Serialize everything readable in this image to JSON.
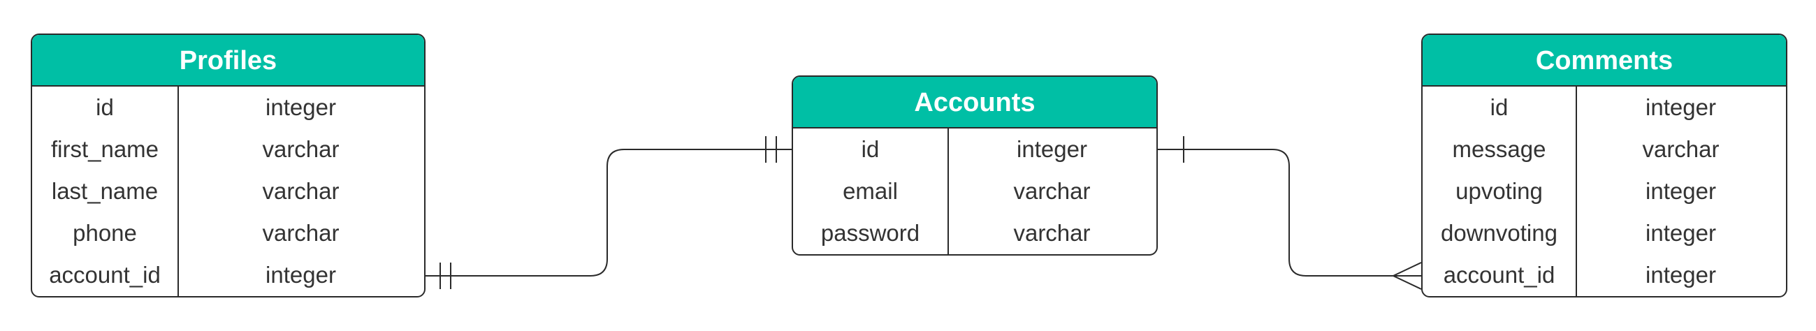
{
  "colors": {
    "header": "#00bfa5",
    "header_text": "#ffffff",
    "border": "#2a2a2a",
    "text": "#333333"
  },
  "entities": {
    "profiles": {
      "title": "Profiles",
      "rows": [
        {
          "name": "id",
          "type": "integer"
        },
        {
          "name": "first_name",
          "type": "varchar"
        },
        {
          "name": "last_name",
          "type": "varchar"
        },
        {
          "name": "phone",
          "type": "varchar"
        },
        {
          "name": "account_id",
          "type": "integer"
        }
      ]
    },
    "accounts": {
      "title": "Accounts",
      "rows": [
        {
          "name": "id",
          "type": "integer"
        },
        {
          "name": "email",
          "type": "varchar"
        },
        {
          "name": "password",
          "type": "varchar"
        }
      ]
    },
    "comments": {
      "title": "Comments",
      "rows": [
        {
          "name": "id",
          "type": "integer"
        },
        {
          "name": "message",
          "type": "varchar"
        },
        {
          "name": "upvoting",
          "type": "integer"
        },
        {
          "name": "downvoting",
          "type": "integer"
        },
        {
          "name": "account_id",
          "type": "integer"
        }
      ]
    }
  },
  "relationships": [
    {
      "from": "profiles.account_id",
      "to": "accounts.id",
      "from_cardinality": "one-and-only-one",
      "to_cardinality": "one-and-only-one"
    },
    {
      "from": "accounts.id",
      "to": "comments.account_id",
      "from_cardinality": "one",
      "to_cardinality": "many"
    }
  ]
}
